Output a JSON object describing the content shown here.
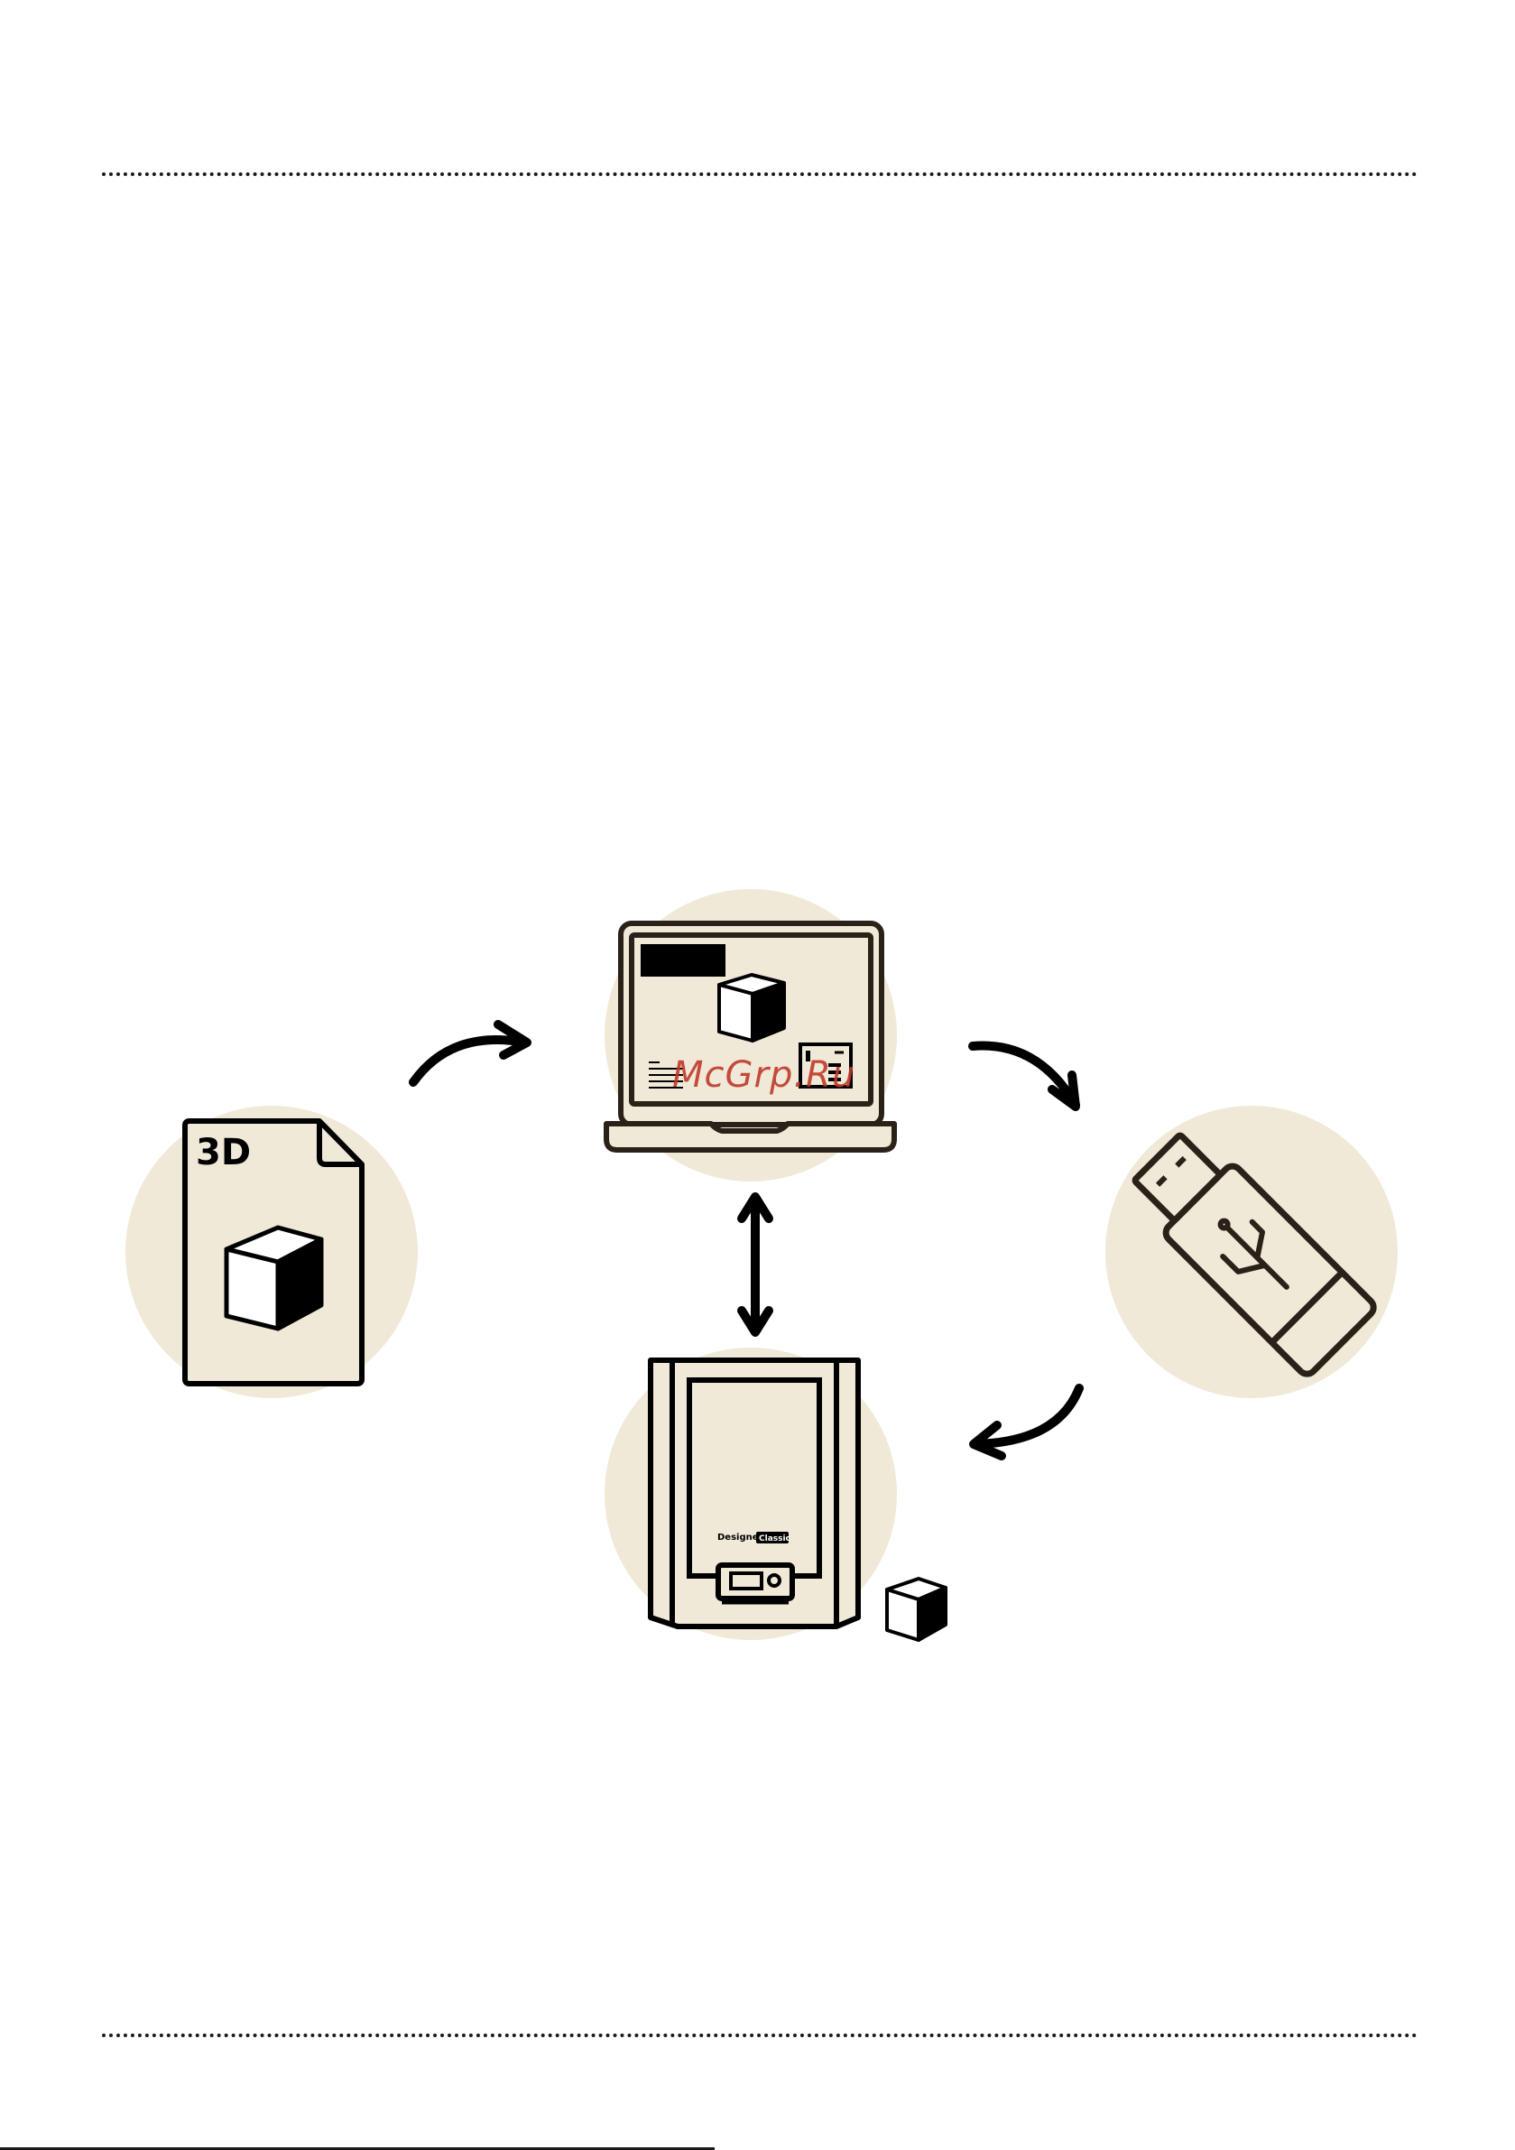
{
  "file_icon": {
    "text": "3D"
  },
  "printer": {
    "brand_left": "Designer",
    "brand_right": "Classic"
  },
  "watermark": {
    "text": "McGrp.Ru"
  },
  "colors": {
    "circle_fill": "#f0e9d8",
    "ink": "#2a2118",
    "black": "#000000",
    "watermark": "#c0392b"
  },
  "icons": [
    "3d-file-icon",
    "laptop-icon",
    "usb-drive-icon",
    "3d-printer-icon",
    "cube-icon"
  ]
}
